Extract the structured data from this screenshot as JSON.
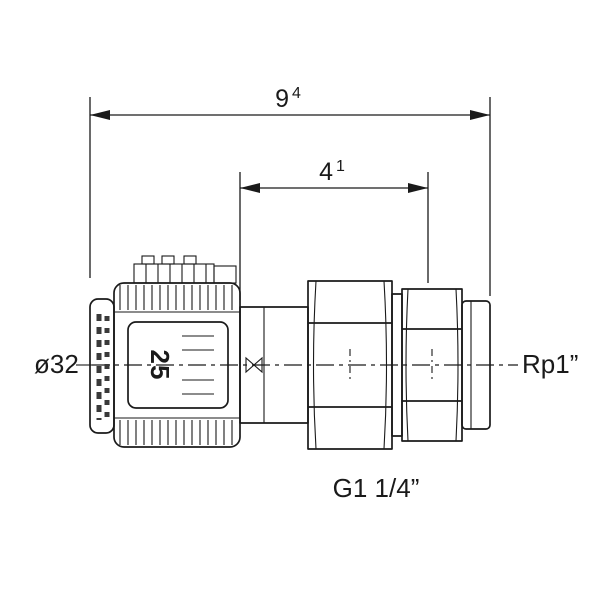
{
  "dimensions": {
    "overall": {
      "value": "9",
      "superscript": "4"
    },
    "partial": {
      "value": "4",
      "superscript": "1"
    }
  },
  "labels": {
    "left_diameter": "ø32",
    "right_thread": "Rp1”",
    "bottom_thread": "G1 1/4”",
    "collar_marking": "25"
  },
  "icons": {
    "flow_symbol": "bowtie-flow-symbol"
  },
  "colors": {
    "line": "#1a1a1a",
    "background": "#ffffff"
  }
}
